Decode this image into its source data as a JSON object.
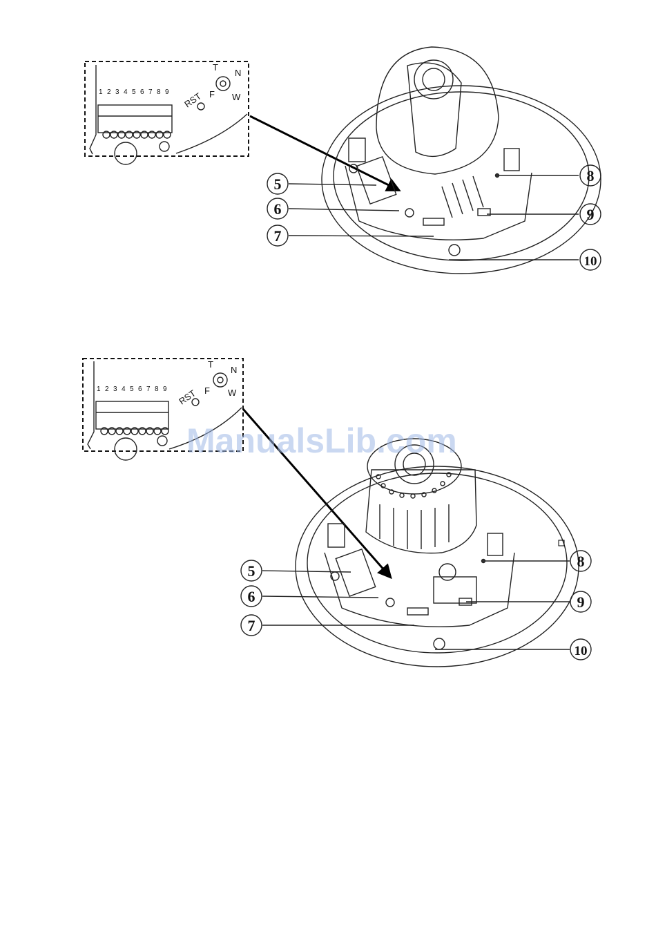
{
  "pin_numbers": [
    "1",
    "2",
    "3",
    "4",
    "5",
    "6",
    "7",
    "8",
    "9"
  ],
  "markings": {
    "rst": "RST",
    "t": "T",
    "f": "F",
    "n": "N",
    "w": "W"
  },
  "callouts": [
    "5",
    "6",
    "7",
    "8",
    "9",
    "10"
  ],
  "watermark": "ManualsLib.com"
}
